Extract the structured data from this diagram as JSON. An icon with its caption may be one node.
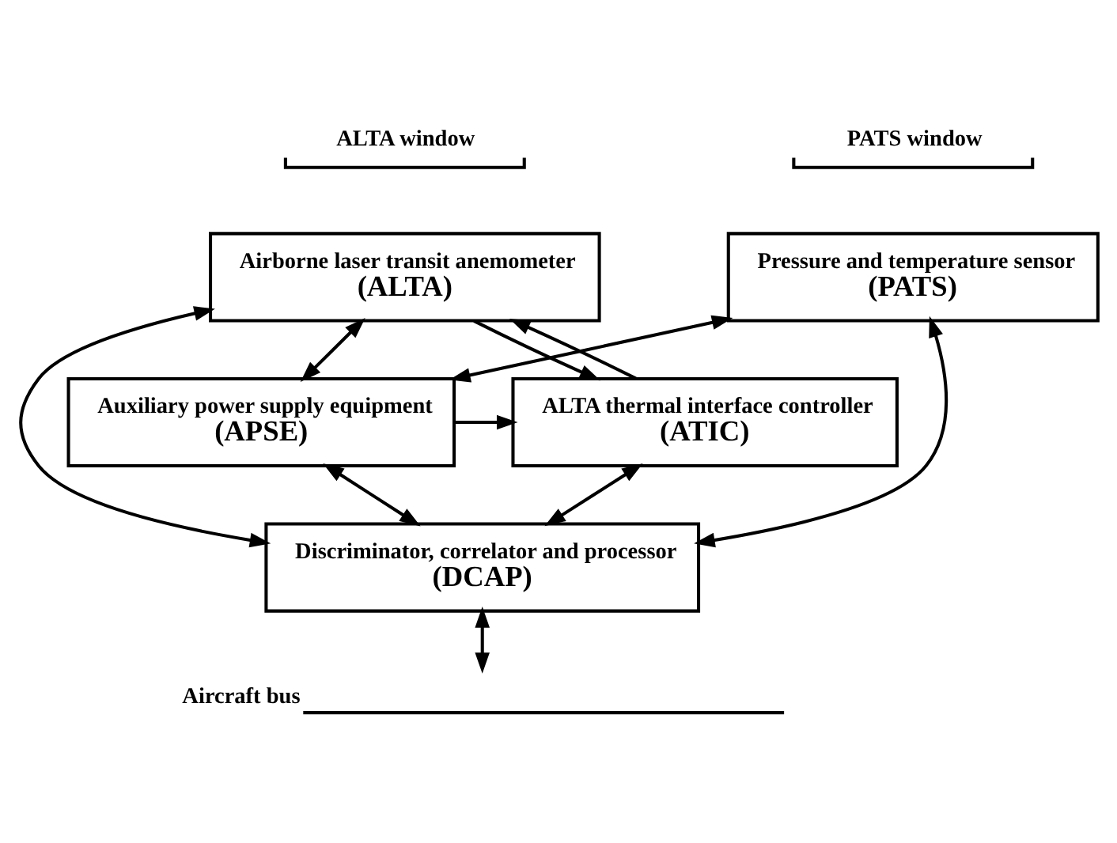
{
  "diagram": {
    "nodes": [
      {
        "text": [
          "ALTA window"
        ]
      },
      {
        "text": [
          "PATS window"
        ]
      },
      {
        "text": [
          "Airborne laser transit anemometer",
          "(ALTA)"
        ]
      },
      {
        "text": [
          "Pressure and temperature sensor",
          "(PATS)"
        ]
      },
      {
        "text": [
          "ALTA thermal interface controller",
          "(ATIC)"
        ]
      },
      {
        "text": [
          "Auxiliary power supply equipment",
          "(APSE)"
        ]
      },
      {
        "text": [
          "Discriminator, correlator and processor",
          "(DCAP)"
        ]
      },
      {
        "text": [
          "Aircraft bus"
        ]
      }
    ],
    "edges": [
      {
        "from": 4,
        "to": 2,
        "arrow": "to"
      },
      {
        "from": 2,
        "to": 4,
        "arrow": "to"
      },
      {
        "from": 2,
        "to": 5,
        "arrow": "both"
      },
      {
        "from": 5,
        "to": 4,
        "arrow": "to"
      },
      {
        "from": 3,
        "to": 5,
        "arrow": "both"
      },
      {
        "from": 5,
        "to": 6,
        "arrow": "both"
      },
      {
        "from": 4,
        "to": 6,
        "arrow": "both"
      },
      {
        "from": 2,
        "to": 6,
        "arrow": "both"
      },
      {
        "from": 3,
        "to": 6,
        "arrow": "both"
      },
      {
        "from": 6,
        "to": 7,
        "arrow": "both"
      }
    ]
  }
}
